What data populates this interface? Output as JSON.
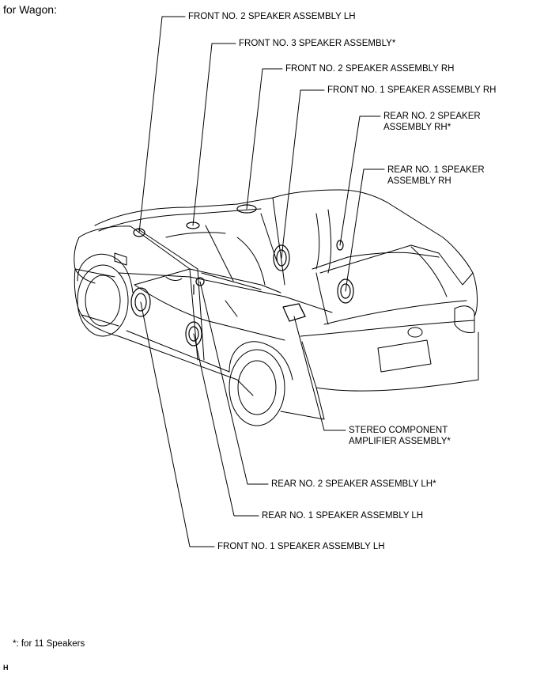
{
  "heading": "for Wagon:",
  "labels": {
    "front2_lh": "FRONT NO. 2 SPEAKER ASSEMBLY LH",
    "front3": "FRONT NO. 3 SPEAKER ASSEMBLY*",
    "front2_rh": "FRONT NO. 2 SPEAKER ASSEMBLY RH",
    "front1_rh": "FRONT NO. 1 SPEAKER ASSEMBLY RH",
    "rear2_rh": "REAR NO. 2 SPEAKER\nASSEMBLY RH*",
    "rear1_rh": "REAR NO. 1 SPEAKER\nASSEMBLY RH",
    "amplifier": "STEREO COMPONENT\nAMPLIFIER ASSEMBLY*",
    "rear2_lh": "REAR NO. 2 SPEAKER ASSEMBLY LH*",
    "rear1_lh": "REAR NO. 1 SPEAKER ASSEMBLY LH",
    "front1_lh": "FRONT NO. 1 SPEAKER ASSEMBLY LH"
  },
  "footnote": "*: for 11 Speakers",
  "code": "H"
}
